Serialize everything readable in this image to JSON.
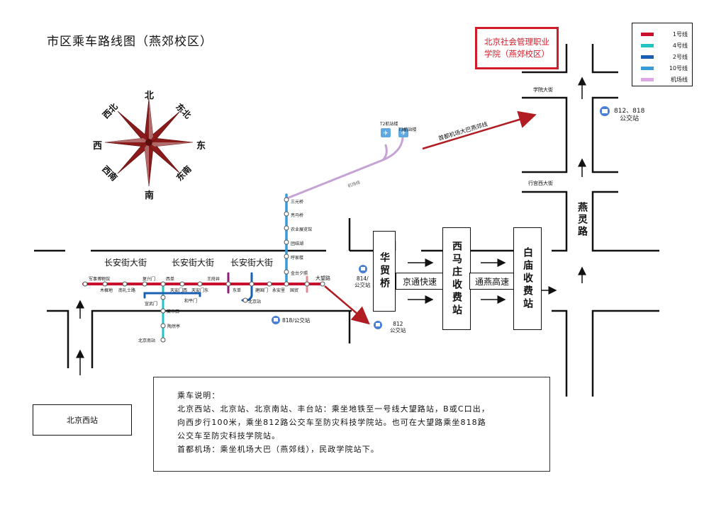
{
  "title": "市区乘车路线图（燕郊校区）",
  "campus_box": {
    "line1": "北京社会管理职业",
    "line2": "学院（燕郊校区）"
  },
  "legend": [
    {
      "label": "1号线",
      "color": "#c8102e"
    },
    {
      "label": "4号线",
      "color": "#22c3c3"
    },
    {
      "label": "2号线",
      "color": "#1a5fb4"
    },
    {
      "label": "10号线",
      "color": "#3a9bd9"
    },
    {
      "label": "机场线",
      "color": "#e0a7e6"
    }
  ],
  "compass": {
    "n": "北",
    "s": "南",
    "e": "东",
    "w": "西",
    "ne": "东北",
    "nw": "西北",
    "se": "东南",
    "sw": "西南"
  },
  "roads": {
    "changan1": "长安街大街",
    "changan2": "长安街大街",
    "changan3": "长安街大街",
    "xueyuan": "学院大街",
    "xinggong": "行宫西大街",
    "yanling": "燕灵路",
    "jingtong": "京通快速",
    "tongyan": "通燕高速"
  },
  "boxes": {
    "huamao": "华贸桥",
    "ximazhuang": "西马庄收费站",
    "baimiao": "白庙收费站",
    "beijing_west": "北京西站"
  },
  "airport": {
    "t2": "T2航站楼",
    "t3": "T3航站楼",
    "line": "机场线",
    "bus_route": "首都机场大巴燕郊线"
  },
  "stations": {
    "jbwg": "军事博物馆",
    "mxd": "木樨地",
    "nlsl": "南礼士路",
    "fxm": "复兴门",
    "xd": "西单",
    "tam_w": "天安门西",
    "tam_e": "天安门东",
    "wfj": "王府井",
    "dd": "东单",
    "jgm": "建国门",
    "yal": "永安里",
    "gm": "国贸",
    "dwl": "大望路",
    "xwm": "宣武门",
    "hpm": "和平门",
    "ctk": "菜市口",
    "trt": "陶然亭",
    "bjnz": "北京南站",
    "bjz": "北京站",
    "syq": "三元桥",
    "lmq": "亮马桥",
    "nyzlg": "农业展览馆",
    "tjh": "团结湖",
    "hjl": "呼家楼",
    "jtxz": "金台夕照"
  },
  "bus_stops": {
    "b814": [
      "814/",
      "公交站"
    ],
    "b818": "818/公交站",
    "b812": [
      "812",
      "公交站"
    ],
    "b812_818": [
      "812、818",
      "公交站"
    ]
  },
  "note": {
    "heading": "乘车说明：",
    "l1": "北京西站、北京站、北京南站、丰台站：乘坐地铁至一号线大望路站，B或C口出，",
    "l2": "向西步行100米，乘坐812路公交车至防灾科技学院站。也可在大望路乘坐818路",
    "l3": "公交车至防灾科技学院站。",
    "l4": "首都机场：乘坐机场大巴（燕郊线），民政学院站下。"
  }
}
